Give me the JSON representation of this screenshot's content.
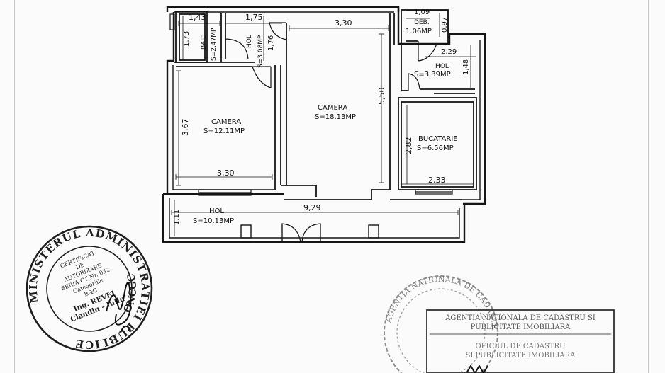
{
  "plan": {
    "dimensions": {
      "baie_width": "1,43",
      "hol_top_width": "1,75",
      "camera_big_width": "3,30",
      "deb_width": "1,09",
      "deb_height": "0,97",
      "hol_right_width": "2,29",
      "hol_right_height": "1,48",
      "baie_height": "1,73",
      "hol_top_height": "1,76",
      "camera_left_height": "3,67",
      "camera_left_width": "3,30",
      "camera_big_height": "5,50",
      "bucatarie_height": "2,82",
      "bucatarie_width": "2,33",
      "hol_bottom_height": "1,11",
      "hol_bottom_width": "9,29"
    },
    "rooms": {
      "baie_name": "BAIE",
      "baie_area": "S=2.47MP",
      "hol_top_name": "HOL",
      "hol_top_area": "S=3.08MP",
      "deb_name": "DEB.",
      "deb_area": "1.06MP",
      "hol_right_name": "HOL",
      "hol_right_area": "S=3.39MP",
      "camera_left_name": "CAMERA",
      "camera_left_area": "S=12.11MP",
      "camera_big_name": "CAMERA",
      "camera_big_area": "S=18.13MP",
      "bucatarie_name": "BUCATARIE",
      "bucatarie_area": "S=6.56MP",
      "hol_bottom_name": "HOL",
      "hol_bottom_area": "S=10.13MP"
    }
  },
  "stamp_left": {
    "ring_text": "MINISTERUL ADMINISTRATIEI PUBLICE",
    "bottom_text": "ONCGC",
    "lines": [
      "CERTIFICAT",
      "DE",
      "AUTORIZARE",
      "SERIA CT Nr. 032",
      "Categoriile",
      "B&C",
      "Ing. REVEI",
      "Claudiu - Iuliu"
    ]
  },
  "stamp_right": {
    "ring_text": "AGENTIA NATIONALA DE CADASTRU",
    "box_lines": [
      "AGENTIA NATIONALA DE CADASTRU SI",
      "PUBLICITATE IMOBILIARA",
      "OFICIUL DE CADASTRU",
      "SI PUBLICITATE IMOBILIARA"
    ]
  },
  "colors": {
    "ink": "#151515",
    "stamp": "#1e1e1e",
    "faint_stamp": "#8c8c8c"
  }
}
